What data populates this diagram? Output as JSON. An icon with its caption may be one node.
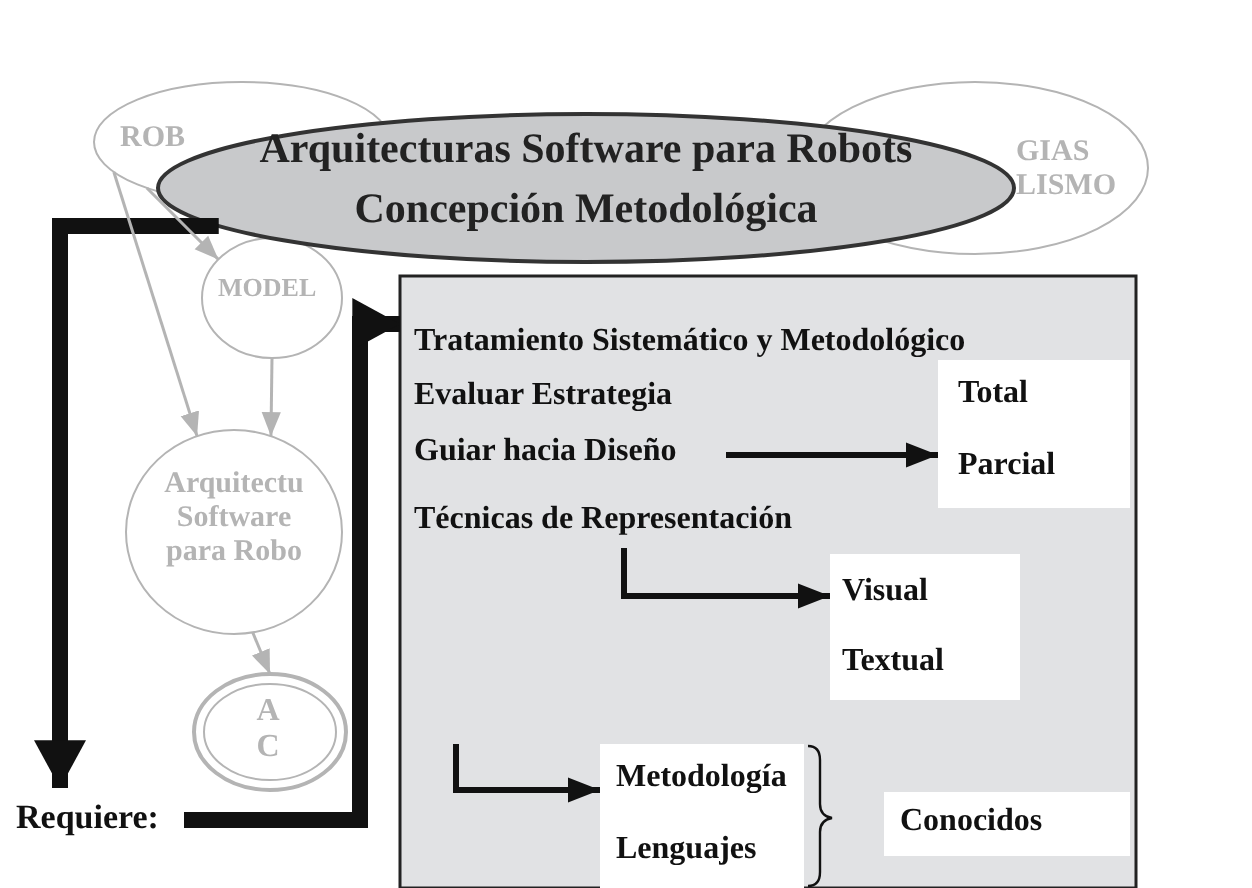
{
  "diagram": {
    "nodes": [
      {
        "text": [
          "Arquitecturas Software para Robots",
          "Concepción Metodológica"
        ]
      },
      {
        "text": [
          "ROB"
        ]
      },
      {
        "text": [
          "GIAS LISMO"
        ]
      },
      {
        "text": [
          "MODEL"
        ]
      },
      {
        "text": [
          "Arquitectu Software para Robo"
        ]
      },
      {
        "text": [
          "A C"
        ]
      },
      {
        "text": [
          "Tratamiento Sistemático y Metodológico",
          "Evaluar Estrategia"
        ]
      },
      {
        "text": [
          "Guiar hacia Diseño"
        ],
        "in": 6
      },
      {
        "text": [
          "Técnicas de Representación"
        ],
        "in": 6
      },
      {
        "text": [
          "Total",
          "Parcial"
        ],
        "in": 6
      },
      {
        "text": [
          "Visual",
          "Textual"
        ],
        "in": 6
      },
      {
        "text": [
          "Metodología",
          "Lenguajes"
        ],
        "in": 6
      },
      {
        "text": [
          "Conocidos"
        ],
        "in": 6
      },
      {
        "text": [
          "Requiere:"
        ]
      }
    ],
    "edges": [
      {
        "from": 0,
        "to": 13,
        "arrow": "to",
        "style": "thick"
      },
      {
        "from": 13,
        "to": 6,
        "arrow": "to",
        "style": "thick"
      },
      {
        "from": 7,
        "to": 9,
        "arrow": "to"
      },
      {
        "from": 8,
        "to": 10,
        "arrow": "to"
      },
      {
        "from": null,
        "to": 11,
        "arrow": "to"
      },
      {
        "from": 1,
        "to": 3,
        "arrow": "to",
        "color": "#b4b4b4"
      },
      {
        "from": 1,
        "to": 4,
        "arrow": "to",
        "color": "#b4b4b4"
      },
      {
        "from": 3,
        "to": 4,
        "arrow": "to",
        "color": "#b4b4b4"
      },
      {
        "from": 4,
        "to": 5,
        "arrow": "to",
        "color": "#b4b4b4"
      }
    ]
  }
}
